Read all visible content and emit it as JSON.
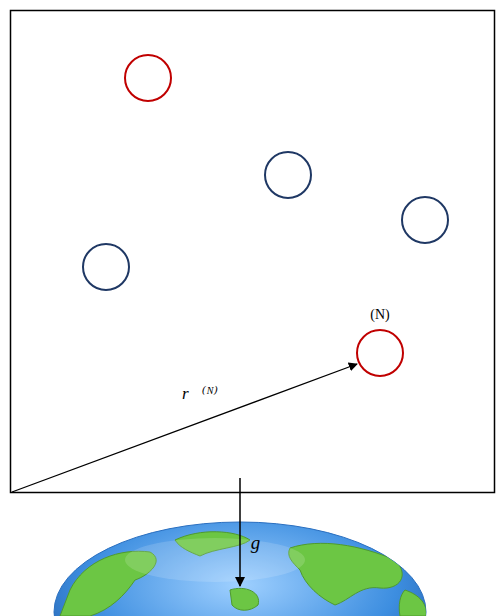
{
  "diagram": {
    "nodes": [
      {
        "text": [
          "(N)"
        ]
      }
    ],
    "labels": [
      "r⃗⁽ᴺ⁾",
      "g⃗"
    ]
  }
}
